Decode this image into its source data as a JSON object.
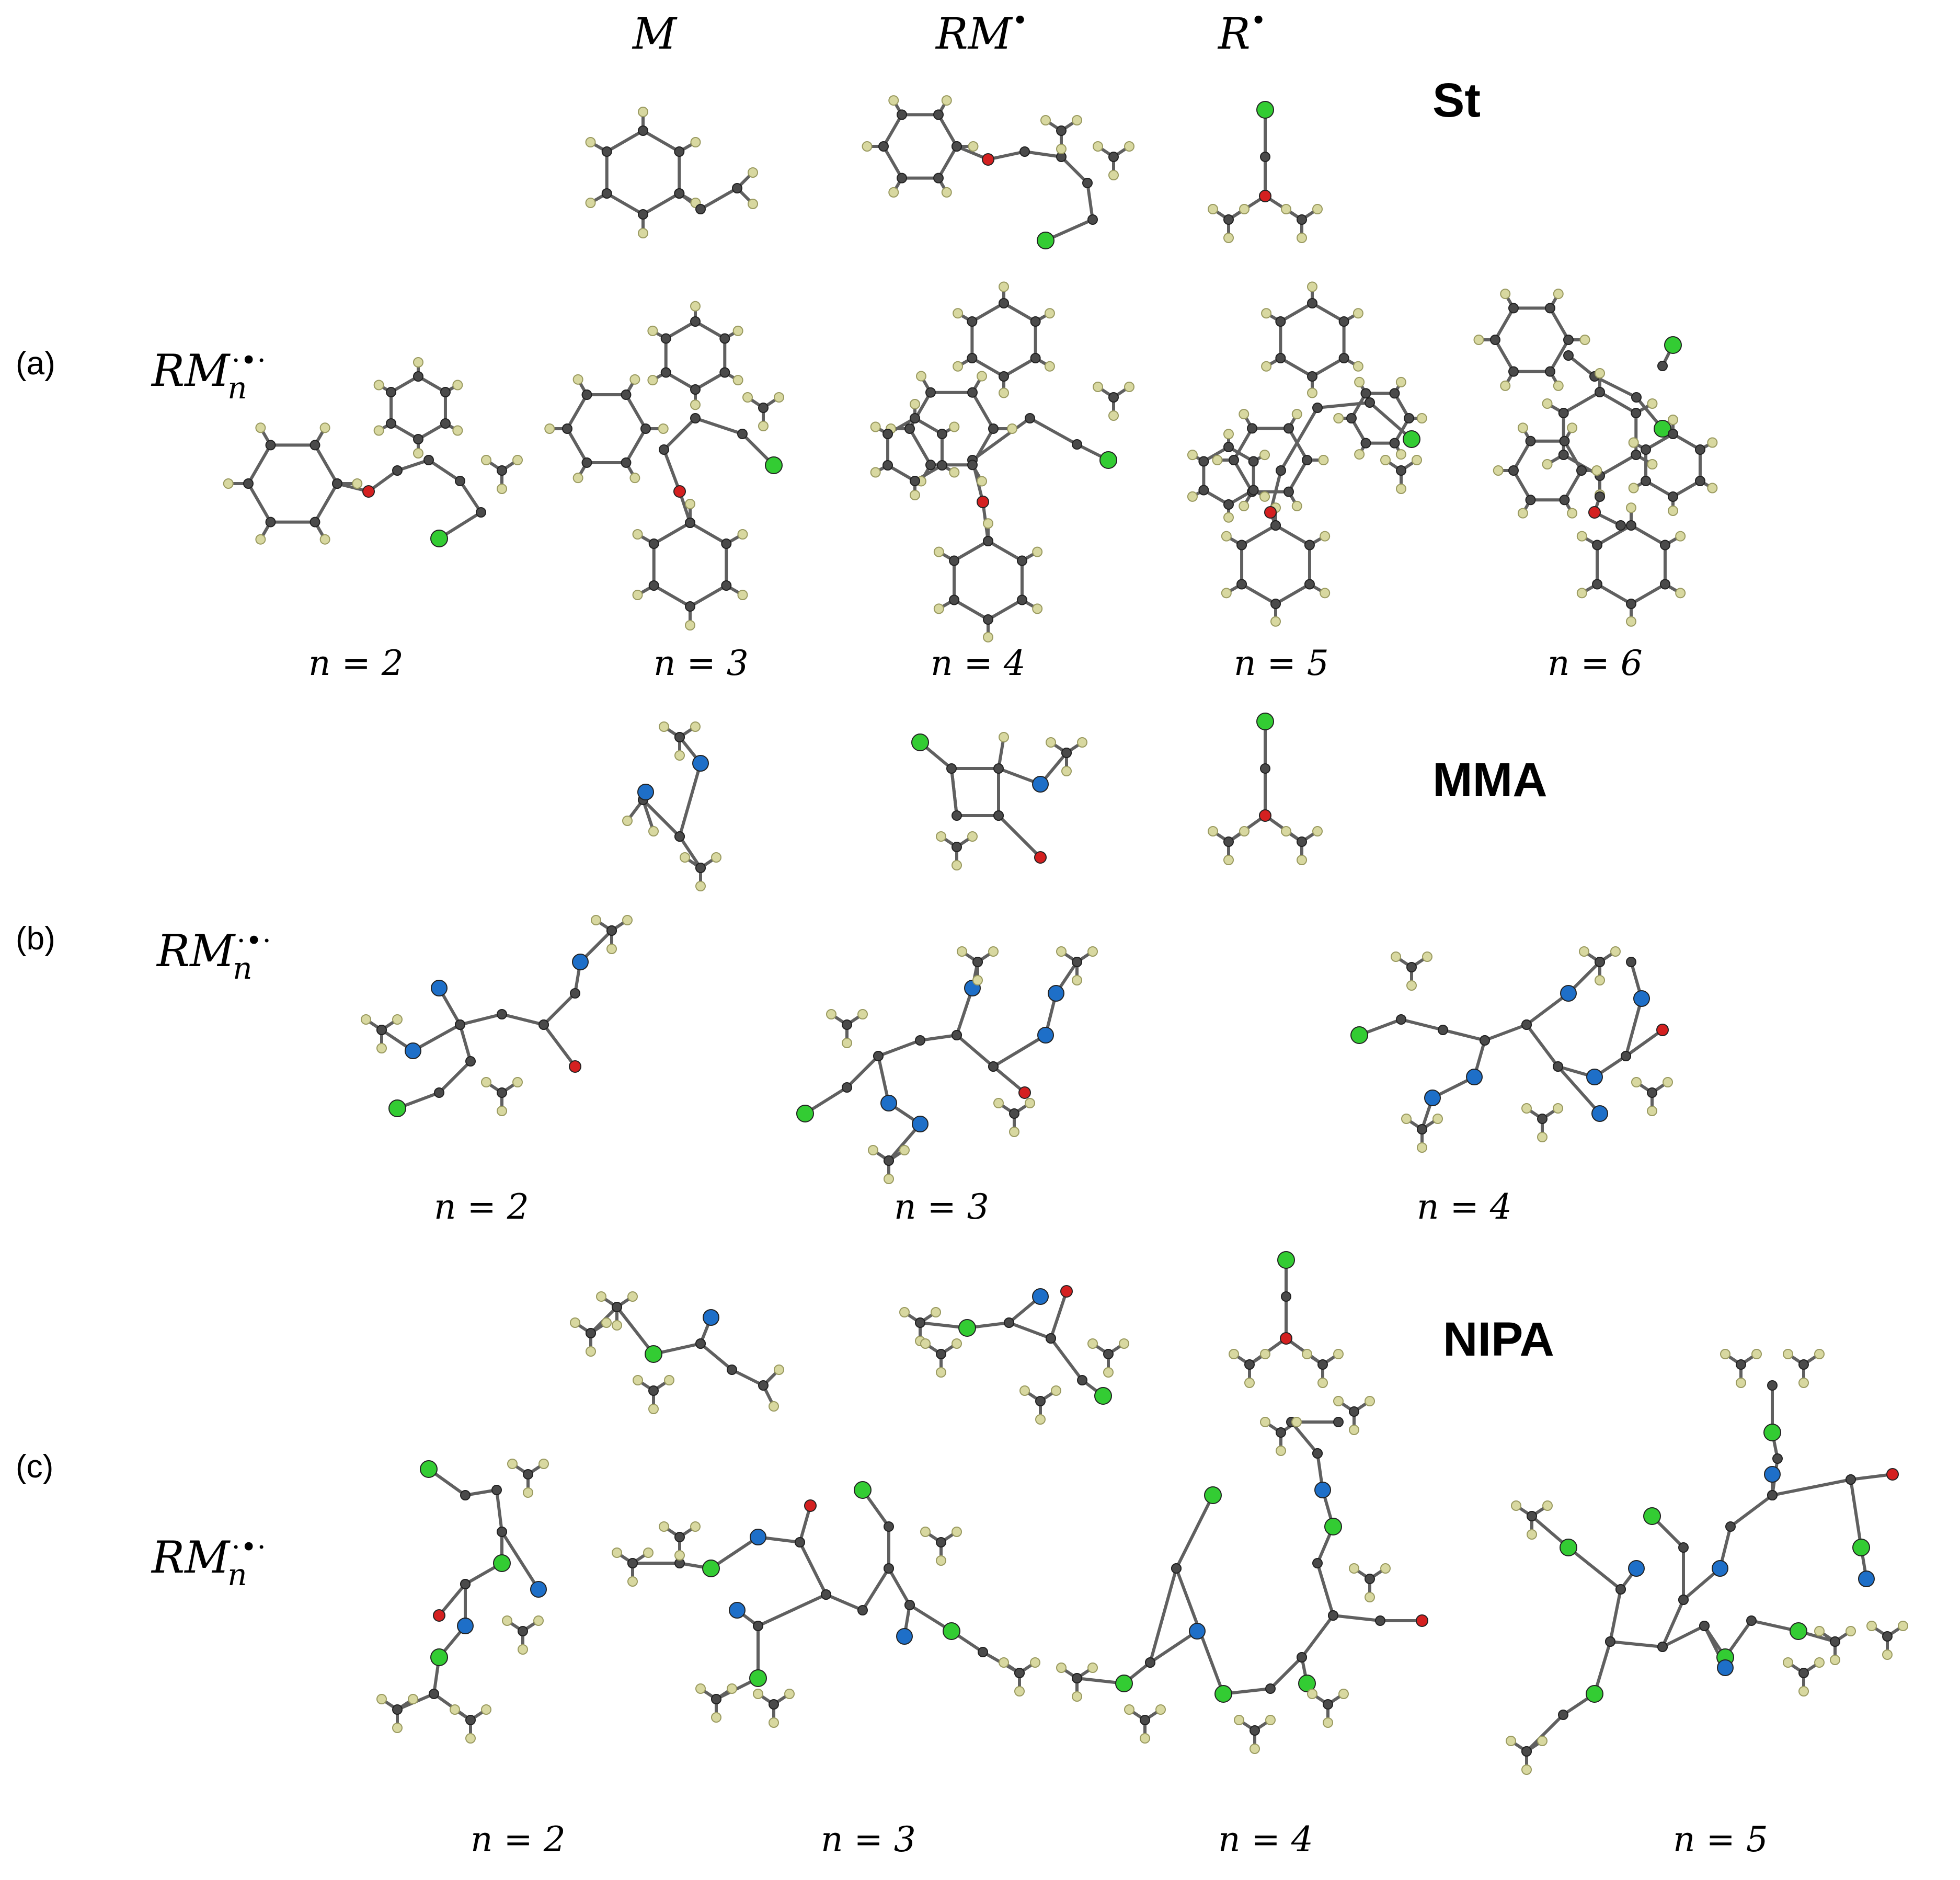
{
  "headers": {
    "m": "M",
    "rm": "RM",
    "r": "R",
    "dot": "•"
  },
  "monomers": {
    "st": "St",
    "mma": "MMA",
    "nipa": "NIPA"
  },
  "panels": {
    "a": "(a)",
    "b": "(b)",
    "c": "(c)"
  },
  "rmn": {
    "base": "RM",
    "sub": "n",
    "mark": "·•·"
  },
  "n_labels": {
    "a": [
      "n = 2",
      "n = 3",
      "n = 4",
      "n = 5",
      "n = 6"
    ],
    "b": [
      "n = 2",
      "n = 3",
      "n = 4"
    ],
    "c": [
      "n = 2",
      "n = 3",
      "n = 4",
      "n = 5"
    ]
  },
  "atom_colors": {
    "carbon": "#4a4a4a",
    "hydrogen": "#d8d8a0",
    "oxygen": "#d42020",
    "chlorine": "#33cc33",
    "nitrogen": "#1e6fc8",
    "bond": "#606060"
  }
}
